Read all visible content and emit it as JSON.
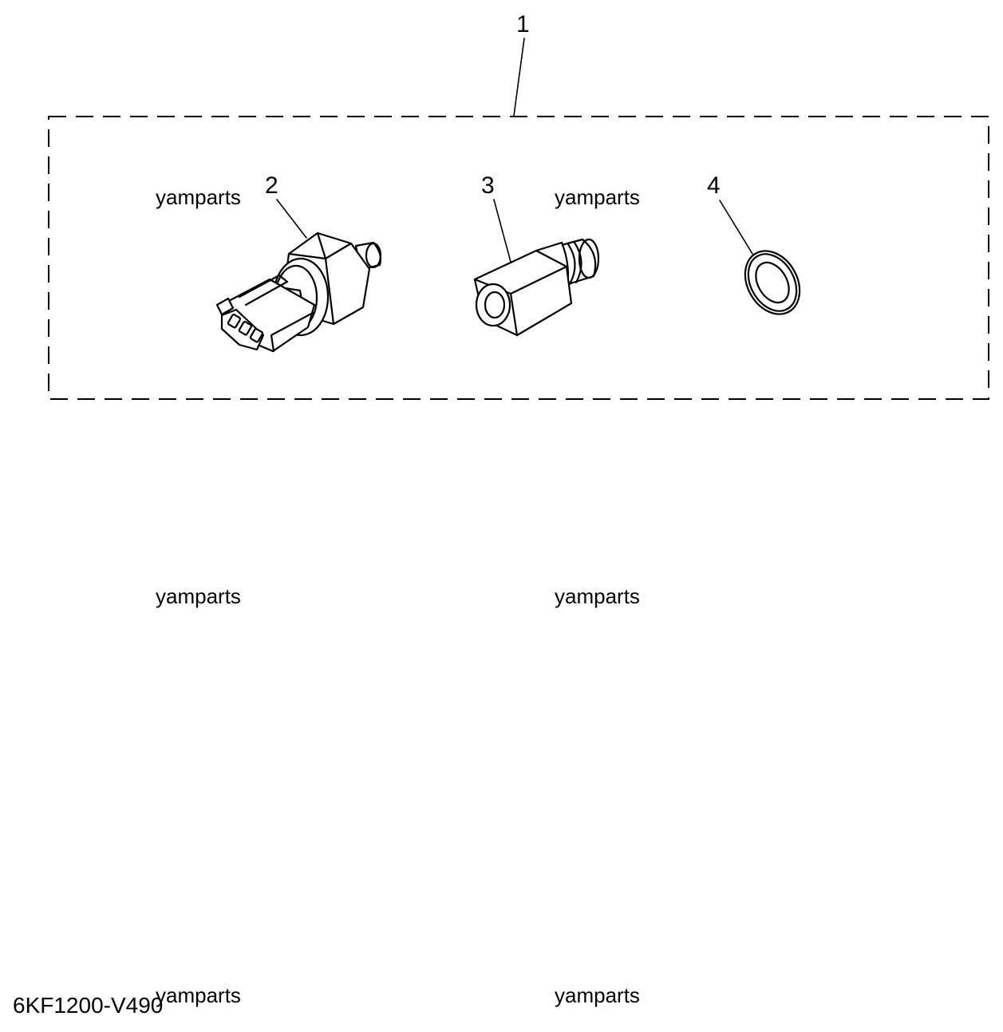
{
  "diagram": {
    "callouts": [
      {
        "id": "1",
        "label": "1"
      },
      {
        "id": "2",
        "label": "2"
      },
      {
        "id": "3",
        "label": "3"
      },
      {
        "id": "4",
        "label": "4"
      }
    ],
    "watermarks": [
      "yamparts",
      "yamparts",
      "yamparts",
      "yamparts",
      "yamparts",
      "yamparts"
    ],
    "diagram_code": "6KF1200-V490"
  }
}
